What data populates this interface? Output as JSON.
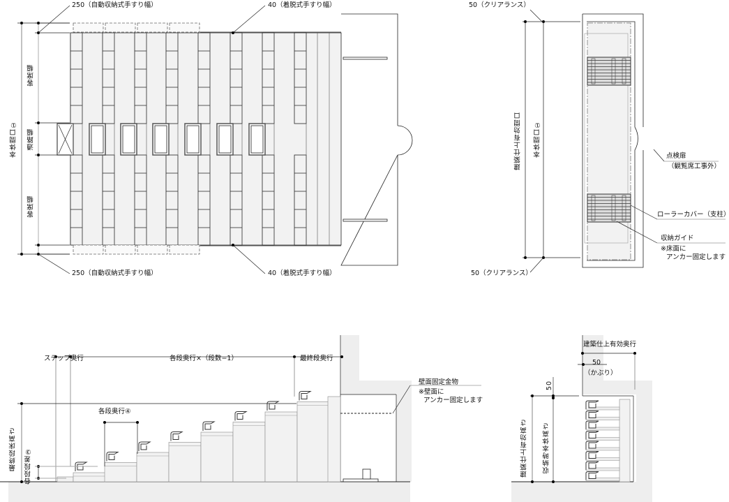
{
  "plan_left": {
    "handrail_auto_top": "250（自動収納式手すり幅）",
    "handrail_auto_bottom": "250（自動収納式手すり幅）",
    "handrail_detach_top": "40（着脱式手すり幅）",
    "handrail_detach_bottom": "40（着脱式手すり幅）",
    "body_opening": "本体間口①",
    "seat_width_top": "客席幅",
    "aisle_width": "通路幅",
    "seat_width_bottom": "客席幅"
  },
  "plan_right": {
    "clearance_top": "50（クリアランス）",
    "clearance_bottom": "50（クリアランス）",
    "building_opening": "建築仕上有効間口",
    "body_opening": "本体間口①",
    "inspection_door": "点検扉",
    "inspection_door_note": "（観覧席工事外）",
    "roller_cover": "ローラーカバー（支柱）",
    "storage_guide": "収納ガイド",
    "storage_guide_note1": "※床面に",
    "storage_guide_note2": "アンカー固定します"
  },
  "section_left": {
    "step_depth": "ステップ奥行",
    "each_depth_times": "各段奥行×（段数−1）",
    "last_depth": "最終段奥行",
    "each_depth": "各段奥行④",
    "last_floor_height": "最終段床高さ",
    "each_step_height": "各段段差③",
    "wall_bracket": "壁面固定金物",
    "wall_bracket_note1": "※壁面に",
    "wall_bracket_note2": "アンカー固定します"
  },
  "section_right": {
    "building_depth": "建築仕上有効奥行",
    "cover_dim": "50",
    "cover_label": "（かぶり）",
    "top_clear": "50",
    "building_height": "建築仕上有効高さ",
    "stored_height": "収納時本体高さ"
  },
  "colors": {
    "line": "#222222",
    "fill": "#f2f2f2",
    "ground": "#eeeeee",
    "mid": "#888888"
  }
}
